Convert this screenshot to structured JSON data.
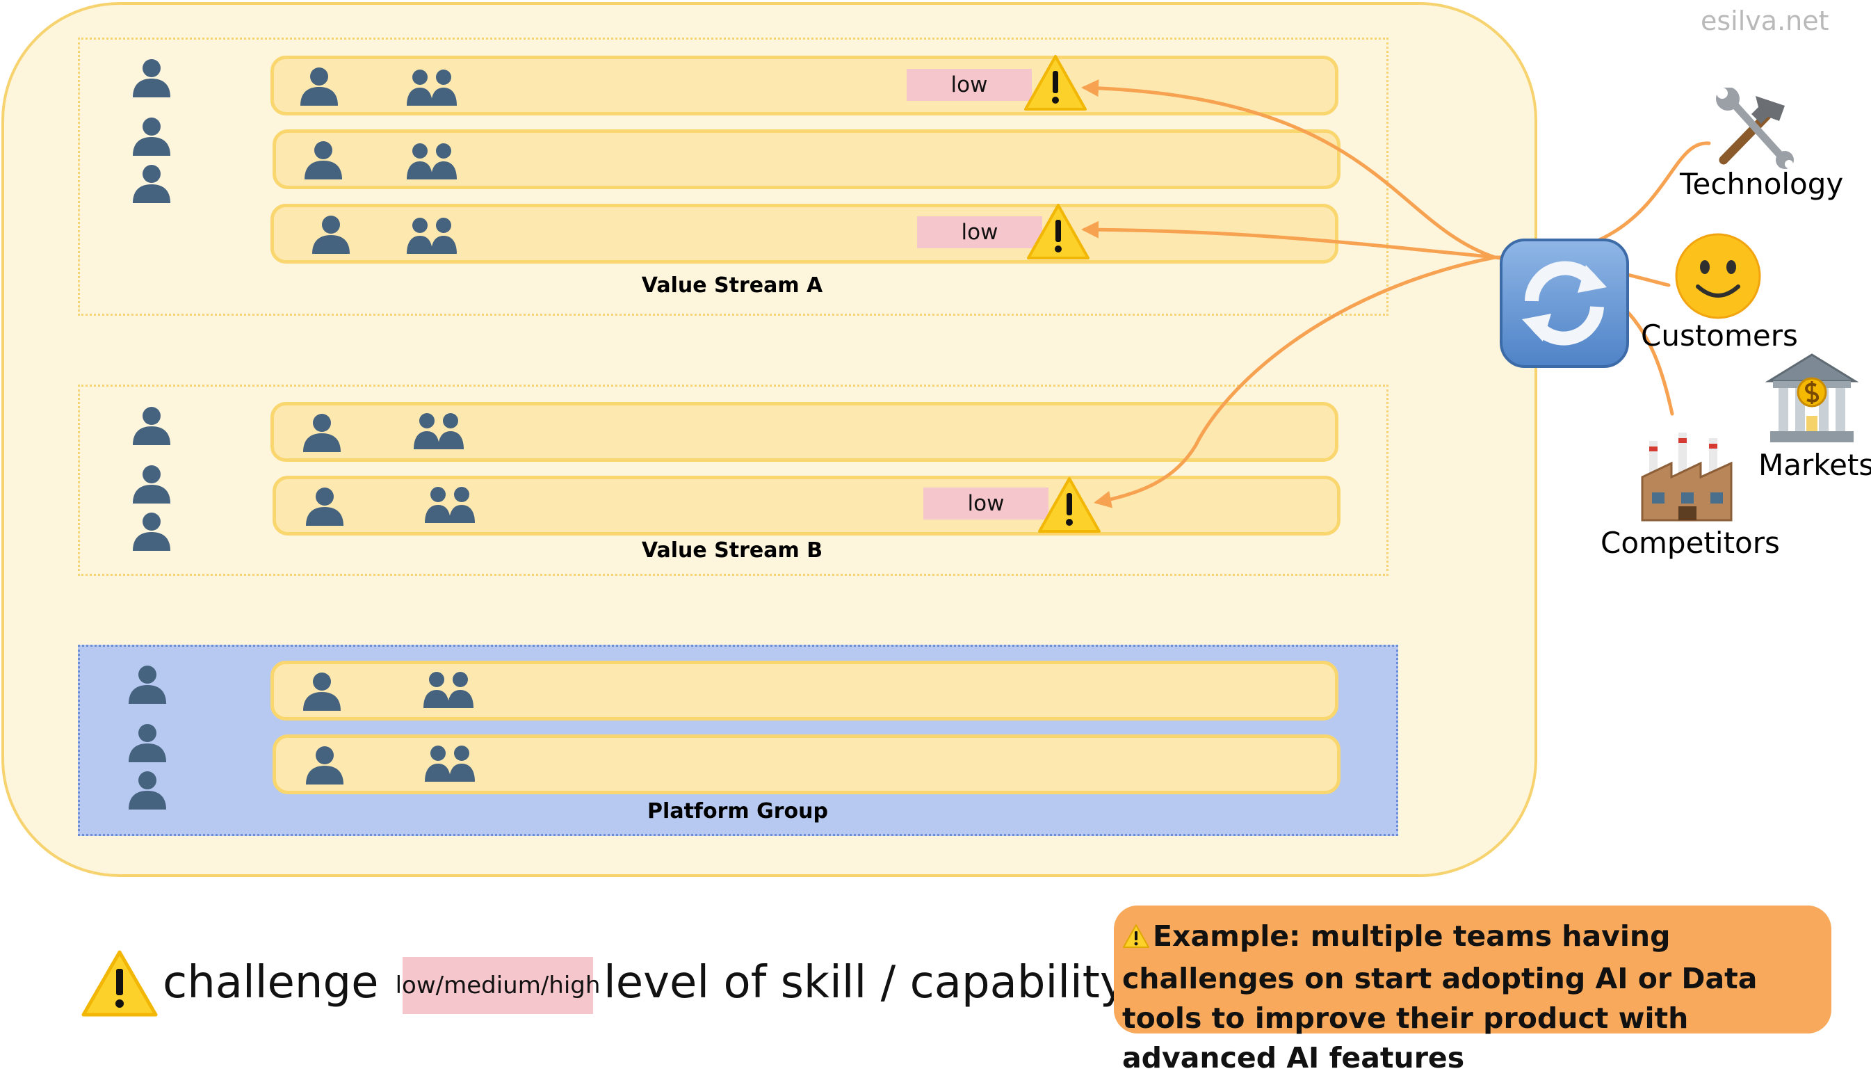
{
  "credit": "esilva.net",
  "groups": [
    {
      "label": "Value Stream A"
    },
    {
      "label": "Value Stream B"
    },
    {
      "label": "Platform Group"
    }
  ],
  "skill_tags": [
    "low",
    "low",
    "low"
  ],
  "external": {
    "technology": "Technology",
    "customers": "Customers",
    "markets": "Markets",
    "competitors": "Competitors"
  },
  "legend": {
    "challenge": "challenge",
    "tag": "low/medium/high",
    "skill": "level of skill / capability"
  },
  "example": "Example: multiple teams having challenges on start adopting AI or Data tools to improve their product with advanced AI features",
  "icons": {
    "person": "person-icon",
    "pair": "people-pair-icon",
    "warning": "warning-icon",
    "sync": "sync-icon",
    "technology": "hammer-wrench-icon",
    "customers": "smiley-icon",
    "markets": "bank-icon",
    "competitors": "factory-icon"
  },
  "colors": {
    "org_fill": "#fdf5dc",
    "org_border": "#f7d36f",
    "team_fill": "#fde9b0",
    "platform_fill": "#b7c9f1",
    "skill_tag": "#f5c6cb",
    "arrow": "#f7a250",
    "example_box": "#f8a95b"
  }
}
